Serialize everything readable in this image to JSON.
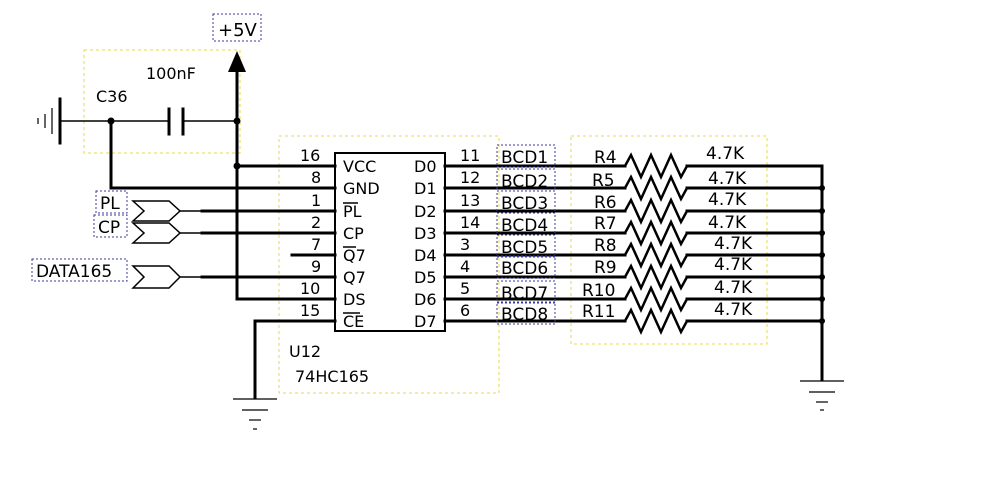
{
  "power": {
    "label": "+5V"
  },
  "capacitor": {
    "ref": "C36",
    "value": "100nF"
  },
  "chip": {
    "ref": "U12",
    "part": "74HC165",
    "left_pins": [
      {
        "num": "16",
        "name": "VCC"
      },
      {
        "num": "8",
        "name": "GND"
      },
      {
        "num": "1",
        "name": "PL"
      },
      {
        "num": "2",
        "name": "CP"
      },
      {
        "num": "7",
        "name": "Q7"
      },
      {
        "num": "9",
        "name": "Q7"
      },
      {
        "num": "10",
        "name": "DS"
      },
      {
        "num": "15",
        "name": "CE"
      }
    ],
    "right_pins": [
      {
        "num": "11",
        "name": "D0"
      },
      {
        "num": "12",
        "name": "D1"
      },
      {
        "num": "13",
        "name": "D2"
      },
      {
        "num": "14",
        "name": "D3"
      },
      {
        "num": "3",
        "name": "D4"
      },
      {
        "num": "4",
        "name": "D5"
      },
      {
        "num": "5",
        "name": "D6"
      },
      {
        "num": "6",
        "name": "D7"
      }
    ]
  },
  "ports": {
    "pl": "PL",
    "cp": "CP",
    "data": "DATA165"
  },
  "nets": [
    "BCD1",
    "BCD2",
    "BCD3",
    "BCD4",
    "BCD5",
    "BCD6",
    "BCD7",
    "BCD8"
  ],
  "resistors": [
    {
      "ref": "R4",
      "value": "4.7K"
    },
    {
      "ref": "R5",
      "value": "4.7K"
    },
    {
      "ref": "R6",
      "value": "4.7K"
    },
    {
      "ref": "R7",
      "value": "4.7K"
    },
    {
      "ref": "R8",
      "value": "4.7K"
    },
    {
      "ref": "R9",
      "value": "4.7K"
    },
    {
      "ref": "R10",
      "value": "4.7K"
    },
    {
      "ref": "R11",
      "value": "4.7K"
    }
  ]
}
